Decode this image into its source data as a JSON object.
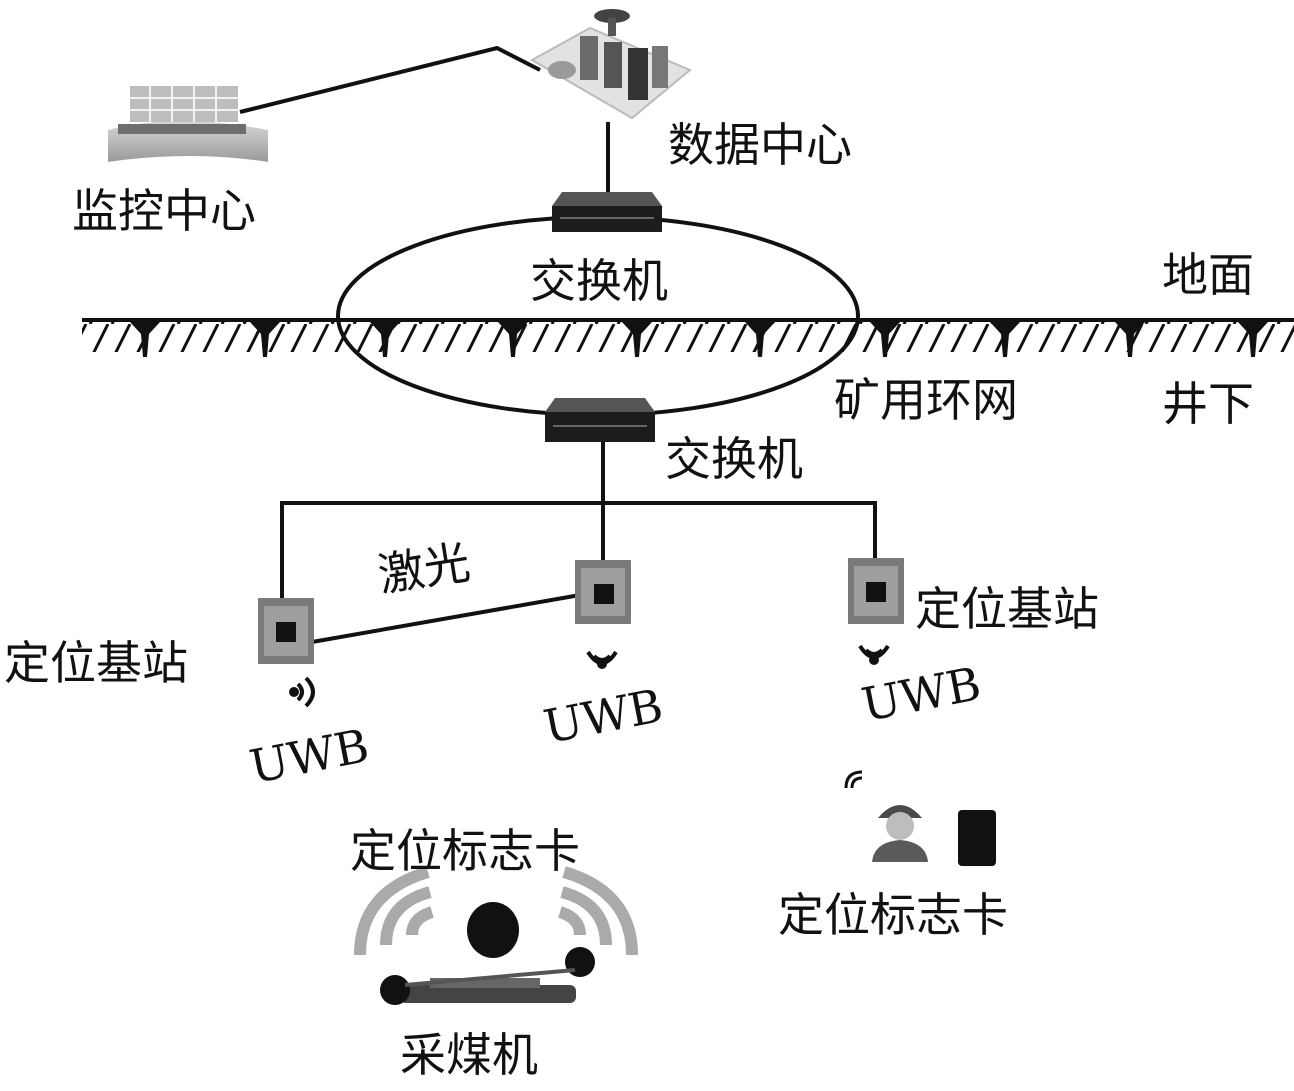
{
  "labels": {
    "monitor_center": "监控中心",
    "data_center": "数据中心",
    "switch_top": "交换机",
    "ground": "地面",
    "mine_ring": "矿用环网",
    "underground": "井下",
    "switch_bottom": "交换机",
    "laser": "激光",
    "station_left": "定位基站",
    "station_right": "定位基站",
    "uwb_left": "UWB",
    "uwb_mid": "UWB",
    "uwb_right": "UWB",
    "tag_shearer": "定位标志卡",
    "tag_worker": "定位标志卡",
    "shearer": "采煤机"
  },
  "icons": {
    "monitor_center": "monitor-wall-icon",
    "data_center": "data-center-icon",
    "switch": "network-switch-icon",
    "base_station": "base-station-icon",
    "wireless": "wireless-signal-icon",
    "miner": "miner-helmet-icon",
    "tag_card": "tag-card-icon",
    "shearer": "shearer-icon"
  },
  "colors": {
    "ink": "#111111",
    "device_dark": "#222222",
    "device_gray": "#9a9a9a",
    "light_gray": "#cfcfcf"
  }
}
